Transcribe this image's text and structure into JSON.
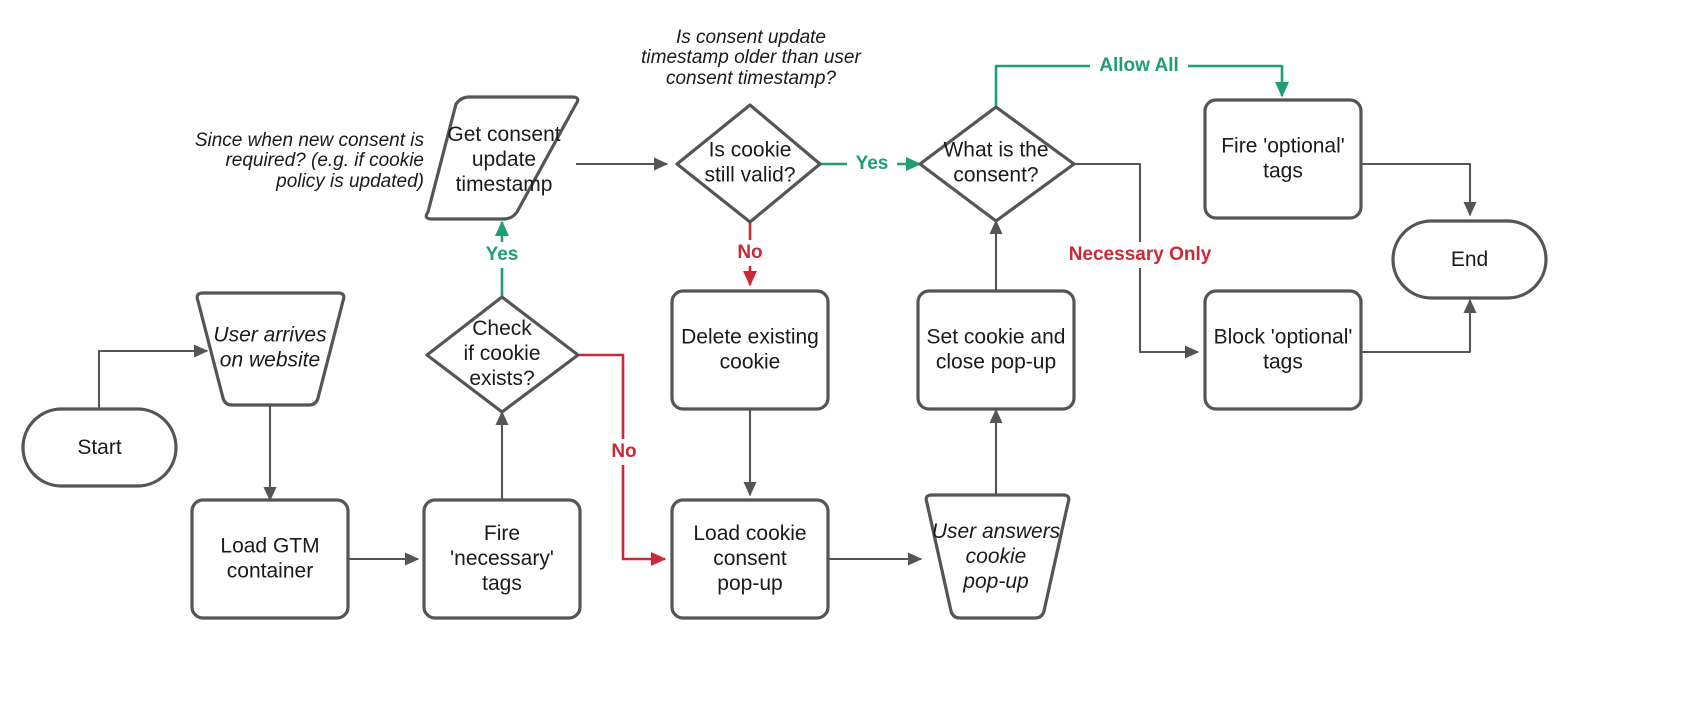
{
  "diagram": {
    "title": "Cookie consent / GTM tag firing flowchart",
    "colors": {
      "stroke": "#555555",
      "node_fill": "#ffffff",
      "text": "#1a1a1a",
      "green": "#1f9d77",
      "red": "#cc2936",
      "background": "#ffffff"
    },
    "nodes": {
      "start": {
        "label": "Start",
        "shape": "terminator"
      },
      "user_arrives": {
        "label": "User arrives\non website",
        "shape": "trapezoid",
        "italic": true
      },
      "load_gtm": {
        "label": "Load GTM\ncontainer",
        "shape": "process"
      },
      "fire_necessary": {
        "label": "Fire\n'necessary'\ntags",
        "shape": "process"
      },
      "check_cookie": {
        "label": "Check\nif cookie\nexists?",
        "shape": "decision"
      },
      "get_consent_ts": {
        "label": "Get consent\nupdate\ntimestamp",
        "shape": "parallelogram"
      },
      "cookie_valid": {
        "label": "Is cookie\nstill valid?",
        "shape": "decision"
      },
      "delete_cookie": {
        "label": "Delete existing\ncookie",
        "shape": "process"
      },
      "load_popup": {
        "label": "Load cookie\nconsent\npop-up",
        "shape": "process"
      },
      "user_answers": {
        "label": "User answers\ncookie\npop-up",
        "shape": "trapezoid",
        "italic": true
      },
      "set_cookie": {
        "label": "Set cookie and\nclose pop-up",
        "shape": "process"
      },
      "what_consent": {
        "label": "What is the\nconsent?",
        "shape": "decision"
      },
      "fire_optional": {
        "label": "Fire 'optional'\ntags",
        "shape": "process"
      },
      "block_optional": {
        "label": "Block 'optional'\ntags",
        "shape": "process"
      },
      "end": {
        "label": "End",
        "shape": "terminator"
      }
    },
    "edge_labels": {
      "check_cookie_yes": {
        "text": "Yes",
        "color": "green"
      },
      "check_cookie_no": {
        "text": "No",
        "color": "red"
      },
      "cookie_valid_yes": {
        "text": "Yes",
        "color": "green"
      },
      "cookie_valid_no": {
        "text": "No",
        "color": "red"
      },
      "consent_allow_all": {
        "text": "Allow All",
        "color": "green"
      },
      "consent_necessary": {
        "text": "Necessary Only",
        "color": "red"
      }
    },
    "notes": {
      "consent_required": [
        "Since when new consent is",
        "required? (e.g. if cookie",
        "policy is updated)"
      ],
      "timestamp_compare": [
        "Is consent update",
        "timestamp older than user",
        "consent timestamp?"
      ]
    }
  }
}
